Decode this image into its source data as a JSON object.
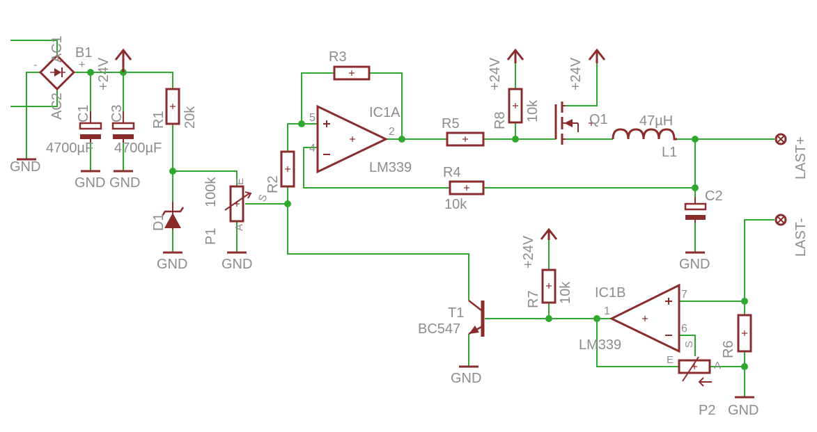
{
  "colors": {
    "wire": "#2ea82e",
    "component": "#8b2c2c",
    "label": "#8c8c8c",
    "background": "#ffffff"
  },
  "labels": {
    "b1": "B1",
    "ac1": "AC1",
    "ac2": "AC2",
    "minus": "-",
    "plus": "+",
    "supply": "+24V",
    "gnd": "GND",
    "c1": "C1",
    "c1_value": "4700µF",
    "c3": "C3",
    "c3_value": "4700µF",
    "r1": "R1",
    "r1_value": "20k",
    "d1": "D1",
    "p1": "P1",
    "p1_value": "100k",
    "pin_e": "E",
    "pin_s": "S",
    "pin_a": "A",
    "r2": "R2",
    "r3": "R3",
    "r4": "R4",
    "r4_value": "10k",
    "r5": "R5",
    "r6": "R6",
    "r7": "R7",
    "r7_value": "10k",
    "r8": "R8",
    "r8_value": "10k",
    "ic1a": "IC1A",
    "ic1a_part": "LM339",
    "ic1b": "IC1B",
    "ic1b_part": "LM339",
    "pin2": "2",
    "pin4": "4",
    "pin5": "5",
    "pin1": "1",
    "pin6": "6",
    "pin7": "7",
    "q1": "Q1",
    "l1": "L1",
    "l1_value": "47µH",
    "c2": "C2",
    "t1": "T1",
    "t1_part": "BC547",
    "p2": "P2",
    "last_plus": "LAST+",
    "last_minus": "LAST-"
  }
}
